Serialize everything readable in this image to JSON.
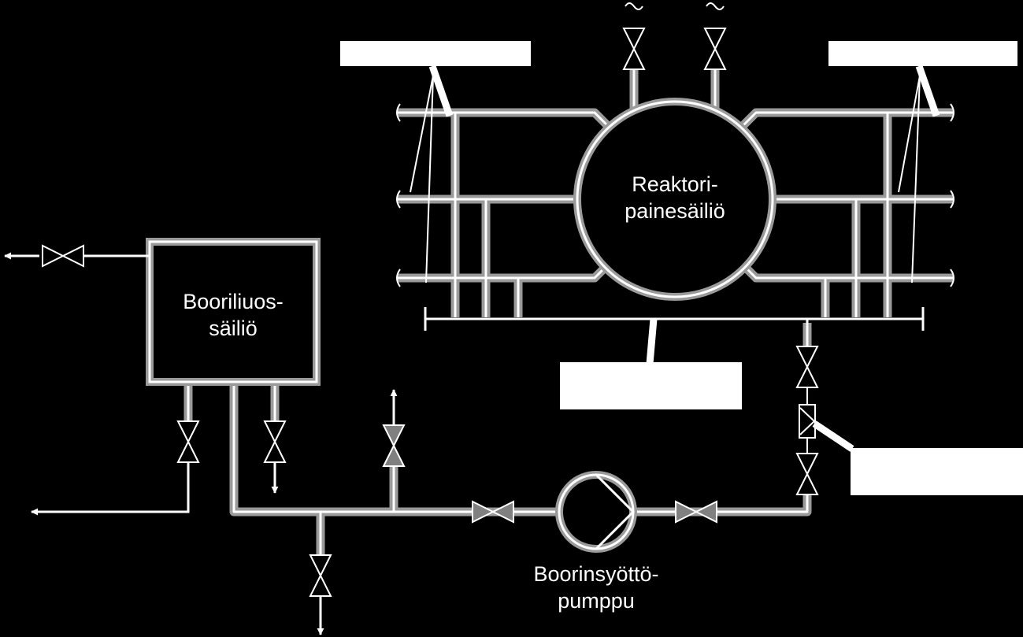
{
  "diagram": {
    "reactor": {
      "line1": "Reaktori-",
      "line2": "painesäiliö"
    },
    "tank": {
      "line1": "Booriliuos-",
      "line2": "säiliö"
    },
    "pump": {
      "line1": "Boorinsyöttö-",
      "line2": "pumppu"
    }
  },
  "colors": {
    "background": "#000000",
    "pipe_outer": "#9a9a9a",
    "pipe_inner": "#ffffff",
    "line": "#ffffff",
    "valve_fill": "#808080"
  }
}
